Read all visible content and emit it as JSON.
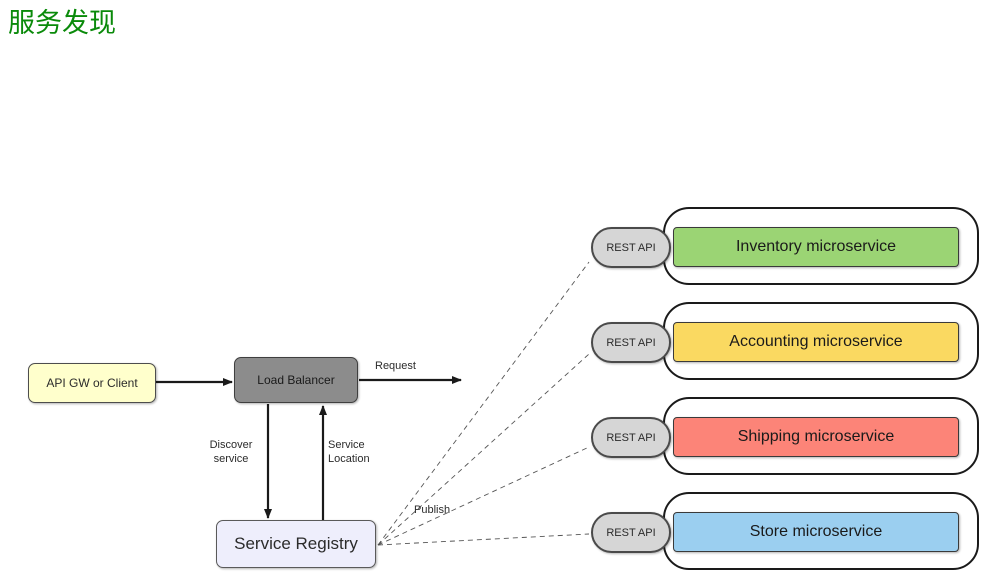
{
  "title": "服务发现",
  "theme": {
    "title_color": "#0a8a0a",
    "background": "#ffffff",
    "api_gw_fill": "#ffffcc",
    "load_balancer_fill": "#8c8c8c",
    "service_registry_fill": "#eeeefc",
    "rest_api_fill": "#d6d6d6"
  },
  "nodes": {
    "api_gw": {
      "label": "API GW or Client"
    },
    "load_balancer": {
      "label": "Load Balancer"
    },
    "service_registry": {
      "label": "Service Registry"
    }
  },
  "edges": {
    "request": "Request",
    "discover": "Discover\nservice",
    "service_location": "Service\nLocation",
    "publish": "Publish"
  },
  "microservices": [
    {
      "api_label": "REST API",
      "name": "Inventory microservice",
      "color": "#9bd474"
    },
    {
      "api_label": "REST API",
      "name": "Accounting microservice",
      "color": "#fad961"
    },
    {
      "api_label": "REST API",
      "name": "Shipping microservice",
      "color": "#fc8478"
    },
    {
      "api_label": "REST API",
      "name": "Store microservice",
      "color": "#9bcff0"
    }
  ]
}
